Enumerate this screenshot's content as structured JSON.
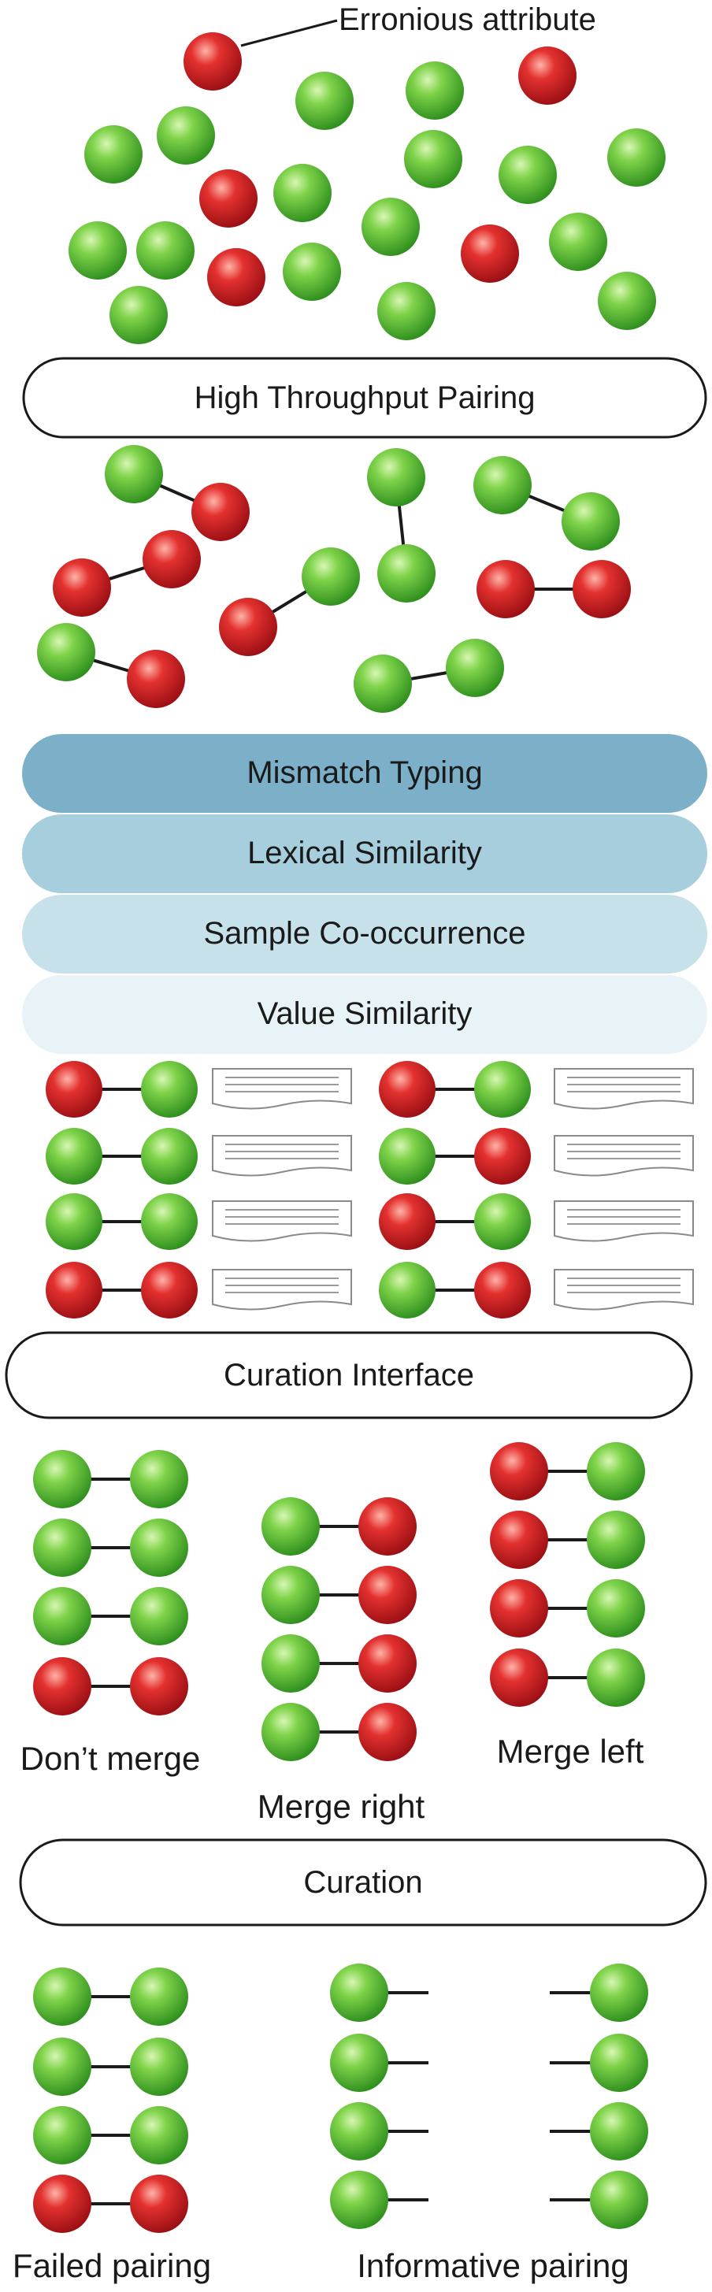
{
  "annotation": {
    "text": "Erronious attribute"
  },
  "steps": {
    "pairing": "High Throughput Pairing",
    "curation_interface": "Curation Interface",
    "curation": "Curation"
  },
  "metrics": [
    {
      "label": "Mismatch Typing",
      "color": "#7cb0c9"
    },
    {
      "label": "Lexical Similarity",
      "color": "#a7cedc"
    },
    {
      "label": "Sample Co-occurrence",
      "color": "#c6e1e9"
    },
    {
      "label": "Value Similarity",
      "color": "#e7f3f6"
    }
  ],
  "groups": {
    "dont_merge": "Don’t merge",
    "merge_right": "Merge right",
    "merge_left": "Merge left"
  },
  "outcomes": {
    "failed": "Failed pairing",
    "informative": "Informative pairing"
  },
  "colors": {
    "valid_attribute": "#4caf28",
    "erroneous_attribute": "#d31f26",
    "pill_border": "#1a1a1a"
  },
  "icons": {
    "valid": "green-node-icon",
    "erroneous": "red-node-icon",
    "report": "document-icon"
  }
}
